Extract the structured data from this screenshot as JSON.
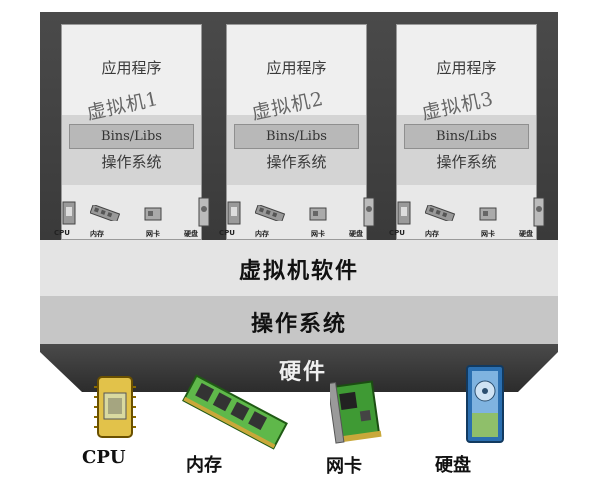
{
  "vms": [
    {
      "app": "应用程序",
      "name": "虚拟机1",
      "libs": "Bins/Libs",
      "os": "操作系统",
      "hw": [
        "CPU",
        "内存",
        "网卡",
        "硬盘"
      ]
    },
    {
      "app": "应用程序",
      "name": "虚拟机2",
      "libs": "Bins/Libs",
      "os": "操作系统",
      "hw": [
        "CPU",
        "内存",
        "网卡",
        "硬盘"
      ]
    },
    {
      "app": "应用程序",
      "name": "虚拟机3",
      "libs": "Bins/Libs",
      "os": "操作系统",
      "hw": [
        "CPU",
        "内存",
        "网卡",
        "硬盘"
      ]
    }
  ],
  "layers": {
    "vm_software": "虚拟机软件",
    "os": "操作系统",
    "hardware": "硬件"
  },
  "hardware": {
    "cpu": "CPU",
    "memory": "内存",
    "nic": "网卡",
    "disk": "硬盘"
  },
  "icons": [
    "cpu-icon",
    "memory-icon",
    "nic-icon",
    "disk-icon"
  ]
}
